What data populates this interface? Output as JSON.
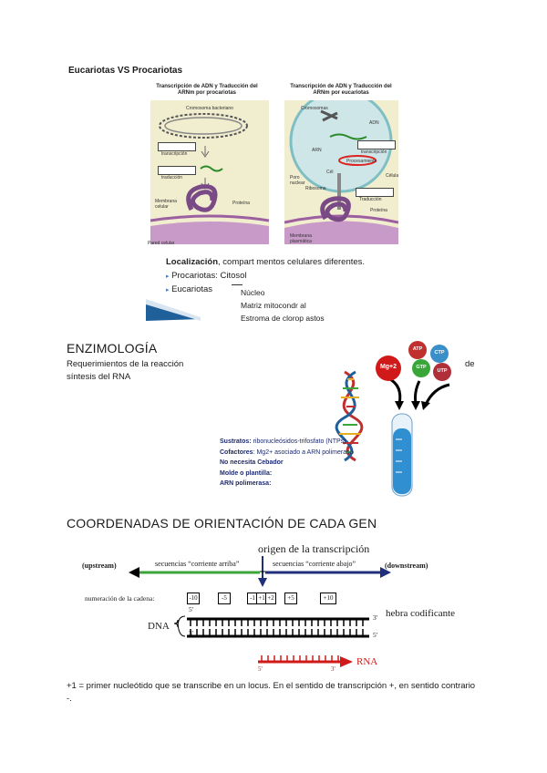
{
  "section1": {
    "title": "Eucariotas VS Procariotas",
    "figure": {
      "left_caption": "Transcripción de ADN y Traducción del ARNm por procariotas",
      "right_caption": "Transcripción de ADN y Traducción del ARNm por eucariotas",
      "left_labels": {
        "chromosome": "Cromosoma bacteriano",
        "transcription": "transcripción",
        "translation": "traducción",
        "membrane": "Membrana celular",
        "protein": "Proteína",
        "wall": "Pared celular"
      },
      "right_labels": {
        "chromosomes": "Cromosomas",
        "dna": "ADN",
        "rna": "ARN",
        "transcription": "transcripción",
        "processing": "Procesamiento",
        "cell": "Cél",
        "nuclear_pore": "Poro nuclear",
        "nucleus_label": "Célula",
        "ribosomes": "Ribosoma",
        "translation": "Traducción",
        "protein": "Proteína",
        "membrane": "Membrana plasmática"
      },
      "localization_bold": "Localización",
      "localization_rest": ", compart mentos celulares diferentes.",
      "items": [
        {
          "label": "Procariotas:",
          "value": "Citosol"
        },
        {
          "label": "Eucariotas",
          "value": ""
        }
      ],
      "eukaryote_sublist": [
        "Núcleo",
        "Matriz mitocondr al",
        "Estroma de clorop astos"
      ]
    }
  },
  "section2": {
    "title": "ENZIMOLOGÍA",
    "text_line1": "Requerimientos de la reacción",
    "text_line2": "síntesis del RNA",
    "text_suffix": "de",
    "ions": [
      "Mg+2",
      "ATP",
      "CTP",
      "GTP",
      "UTP"
    ],
    "requirements": [
      {
        "bold": "Sustratos:",
        "rest": " ribonucleósidos-trifosfato (NTPs)"
      },
      {
        "bold": "Cofactores",
        "rest": ": Mg2+ asociado a ARN polimerasa"
      },
      {
        "bold": "No necesita Cebador",
        "rest": ""
      },
      {
        "bold": "Molde o plantilla:",
        "rest": ""
      },
      {
        "bold": "ARN polimerasa:",
        "rest": ""
      }
    ],
    "colors": {
      "mg": "#d01a1a",
      "atp": "#c0302e",
      "ctp": "#3a8fc8",
      "gtp": "#3aa63a",
      "utp": "#b0303a"
    }
  },
  "section3": {
    "title": "COORDENADAS DE ORIENTACIÓN DE CADA GEN",
    "origin_label": "origen de la transcripción",
    "upstream": "(upstream)",
    "downstream": "(downstream)",
    "upstream_seq": "secuencias “corriente arriba”",
    "downstream_seq": "secuencias “corriente abajo”",
    "numbering_label": "numeración de la cadena:",
    "numbers": [
      "-10",
      "-5",
      "-1",
      "+1",
      "+2",
      "+5",
      "+10"
    ],
    "coding_strand": "hebra codificante",
    "dna_label": "DNA",
    "rna_label": "RNA",
    "five_prime": "5'",
    "three_prime": "3'",
    "note": "+1 = primer nucleótido que se transcribe en un locus. En el sentido de transcripción +, en sentido contrario -."
  }
}
